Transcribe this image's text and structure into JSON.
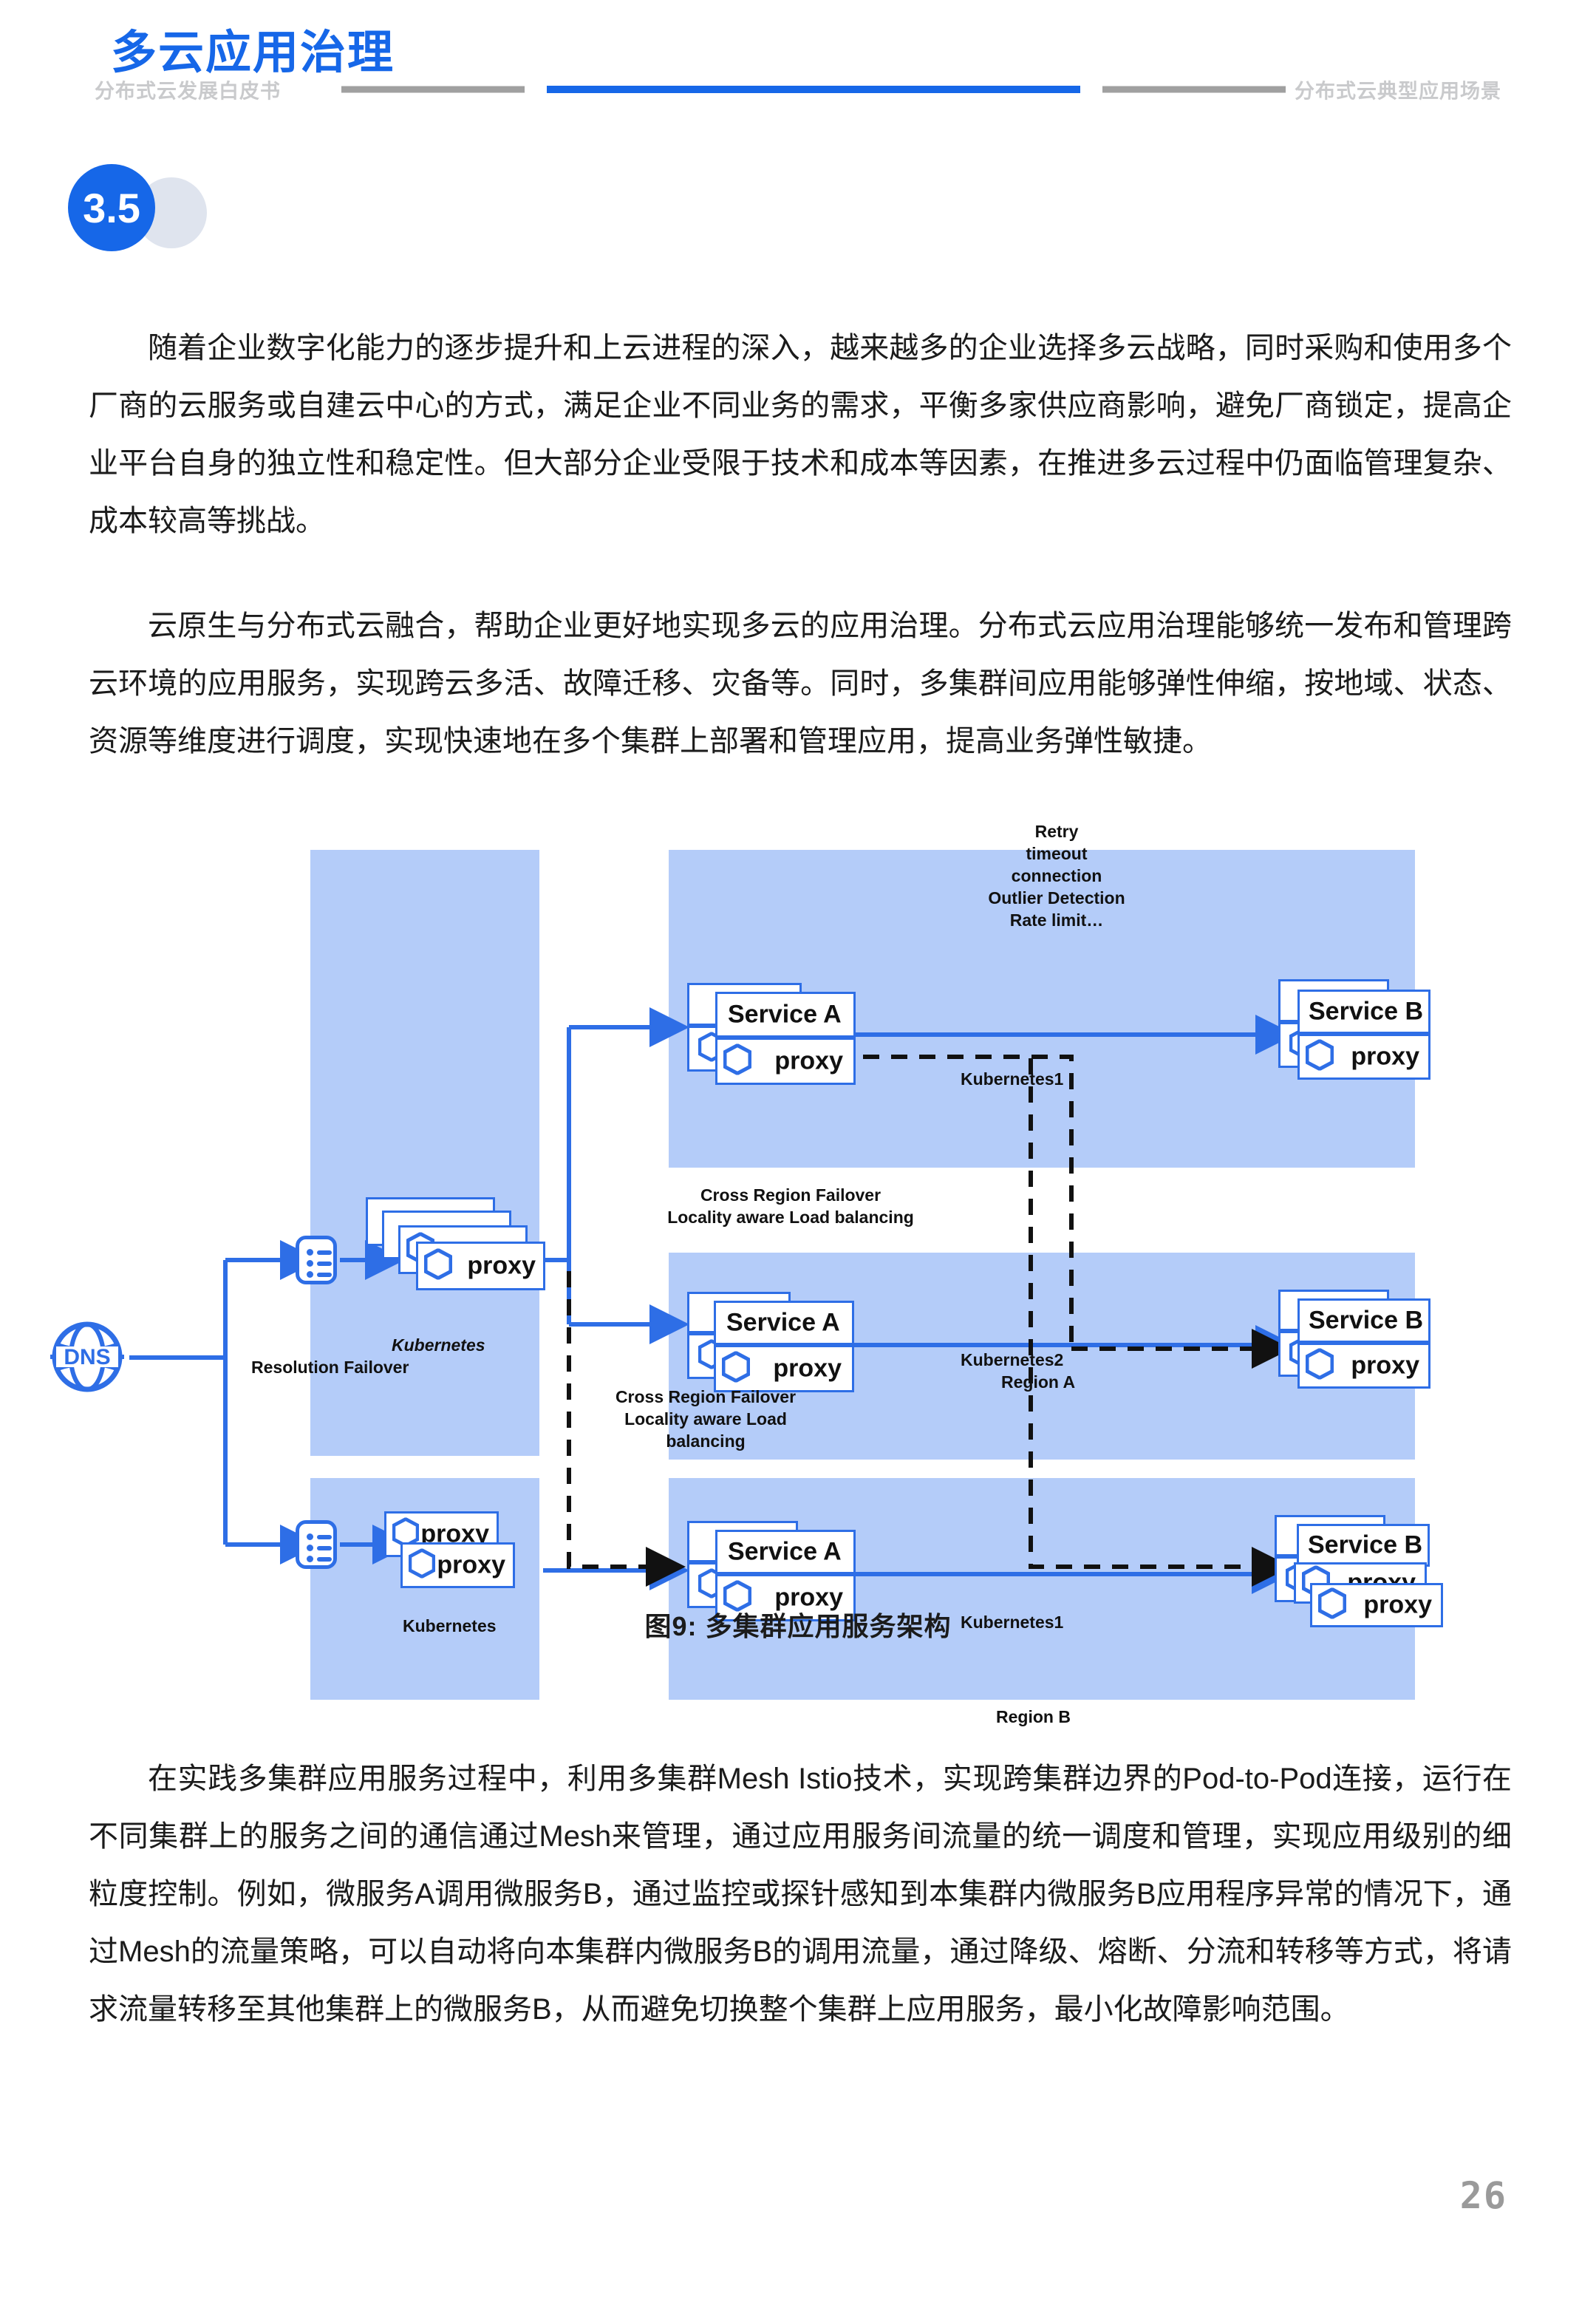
{
  "header": {
    "left_title": "分布式云发展白皮书",
    "right_title": "分布式云典型应用场景"
  },
  "section": {
    "number": "3.5",
    "title": "多云应用治理"
  },
  "paragraphs": {
    "p1": "随着企业数字化能力的逐步提升和上云进程的深入，越来越多的企业选择多云战略，同时采购和使用多个厂商的云服务或自建云中心的方式，满足企业不同业务的需求，平衡多家供应商影响，避免厂商锁定，提高企业平台自身的独立性和稳定性。但大部分企业受限于技术和成本等因素，在推进多云过程中仍面临管理复杂、成本较高等挑战。",
    "p2": "云原生与分布式云融合，帮助企业更好地实现多云的应用治理。分布式云应用治理能够统一发布和管理跨云环境的应用服务，实现跨云多活、故障迁移、灾备等。同时，多集群间应用能够弹性伸缩，按地域、状态、资源等维度进行调度，实现快速地在多个集群上部署和管理应用，提高业务弹性敏捷。",
    "p3": "在实践多集群应用服务过程中，利用多集群Mesh Istio技术，实现跨集群边界的Pod-to-Pod连接，运行在不同集群上的服务之间的通信通过Mesh来管理，通过应用服务间流量的统一调度和管理，实现应用级别的细粒度控制。例如，微服务A调用微服务B，通过监控或探针感知到本集群内微服务B应用程序异常的情况下，通过Mesh的流量策略，可以自动将向本集群内微服务B的调用流量，通过降级、熔断、分流和转移等方式，将请求流量转移至其他集群上的微服务B，从而避免切换整个集群上应用服务，最小化故障影响范围。"
  },
  "figure": {
    "caption": "图9: 多集群应用服务架构",
    "dns_label": "DNS",
    "labels": {
      "resolution_failover": "Resolution Failover",
      "kubernetes_italic": "Kubernetes",
      "kubernetes_plain": "Kubernetes",
      "policy_list": "Retry\ntimeout\nconnection\nOutlier Detection\nRate limit…",
      "cross_region_1": "Cross Region Failover\nLocality aware Load balancing",
      "cross_region_2": "Cross Region Failover\nLocality aware Load\nbalancing",
      "kubernetes1_top": "Kubernetes1",
      "kubernetes2_mid": "Kubernetes2",
      "kubernetes1_bottom": "Kubernetes1",
      "region_a": "Region A",
      "region_b": "Region B"
    },
    "nodes": {
      "service_a": "Service A",
      "service_b": "Service B",
      "proxy": "proxy"
    }
  },
  "colors": {
    "accent_blue": "#1667e8",
    "panel_blue": "#b4ccf9",
    "card_border": "#2e6ee6",
    "header_grey": "#c9cacc",
    "page_number_grey": "#9a9a9a"
  },
  "footer": {
    "page_number": "26"
  }
}
